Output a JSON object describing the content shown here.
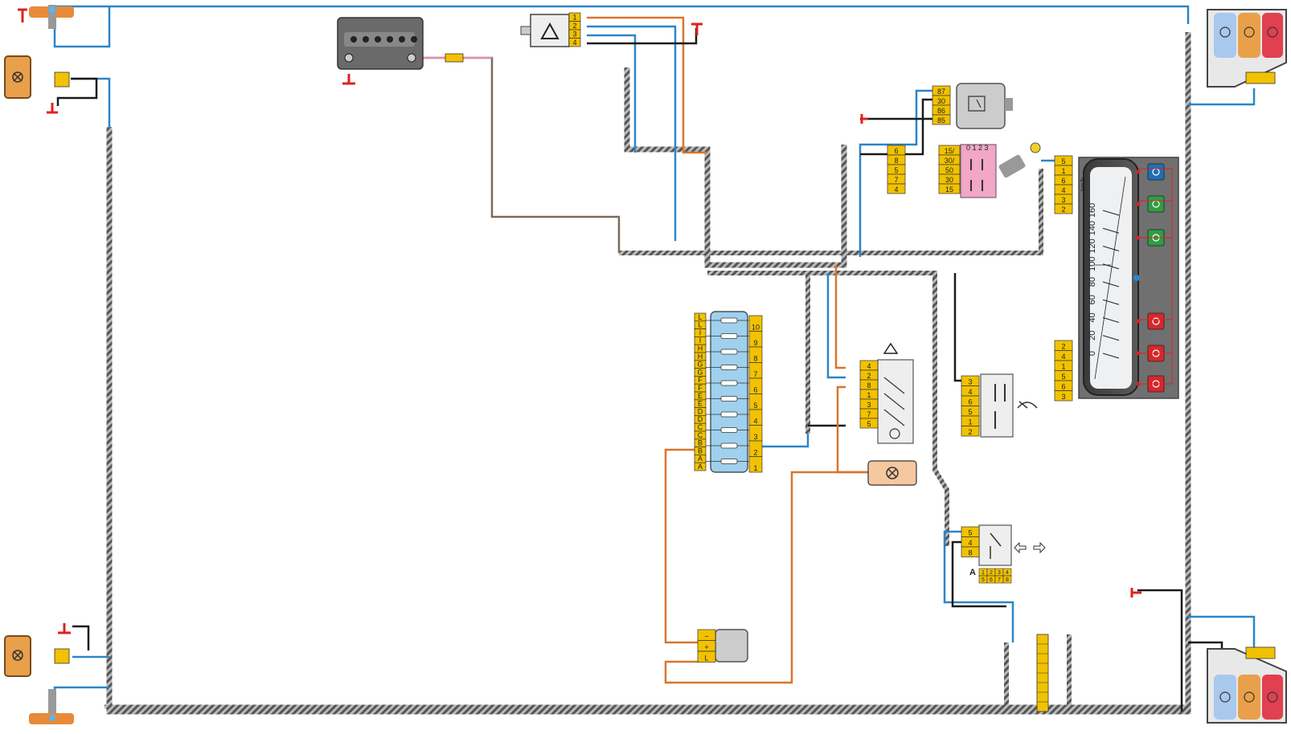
{
  "relay": {
    "pins": [
      "87",
      "30",
      "86",
      "85"
    ]
  },
  "ignition": {
    "pins": [
      "15/",
      "30/",
      "50",
      "30",
      "15"
    ],
    "positions": "0 1 2 3"
  },
  "ignition_connector": {
    "pins": [
      "6",
      "8",
      "5",
      "7",
      "4"
    ]
  },
  "hazard_switch_connector": {
    "pins": [
      "1",
      "2",
      "3",
      "4"
    ]
  },
  "fusebox": {
    "left_labels": [
      "L",
      "L",
      "I",
      "I",
      "H",
      "H",
      "G",
      "G",
      "F",
      "F",
      "E",
      "E",
      "D",
      "D",
      "C",
      "C",
      "B",
      "B",
      "A",
      "A"
    ],
    "right_labels": [
      "10",
      "9",
      "8",
      "7",
      "6",
      "5",
      "4",
      "3",
      "2",
      "1"
    ]
  },
  "hazard_relay_connector": {
    "pins": [
      "4",
      "2",
      "8",
      "1",
      "3",
      "7",
      "5"
    ]
  },
  "wiper_switch_connector": {
    "pins": [
      "3",
      "4",
      "6",
      "5",
      "1",
      "2"
    ]
  },
  "turn_switch_connector": {
    "pins": [
      "5",
      "4",
      "8"
    ]
  },
  "connector_a": {
    "label": "A",
    "top": [
      "1",
      "2",
      "3",
      "4"
    ],
    "bottom": [
      "5",
      "6",
      "7",
      "8"
    ]
  },
  "flasher": {
    "pins": [
      "−",
      "+",
      "L"
    ]
  },
  "cluster_connector_top": {
    "pins": [
      "5",
      "1",
      "6",
      "4",
      "3",
      "2"
    ]
  },
  "cluster_connector_bottom": {
    "pins": [
      "2",
      "4",
      "1",
      "5",
      "6",
      "3"
    ]
  },
  "speedometer": {
    "ticks": [
      "0",
      "20",
      "40",
      "60",
      "80",
      "100",
      "120",
      "140",
      "160"
    ],
    "unit": "km/h"
  },
  "indicators": [
    {
      "icon": "high-beam-icon",
      "color": "#1f6fb8"
    },
    {
      "icon": "parking-lights-icon",
      "color": "#2e9e44"
    },
    {
      "icon": "turn-signal-icon",
      "color": "#2e9e44"
    },
    {
      "icon": "battery-icon",
      "color": "#d6282c"
    },
    {
      "icon": "oil-pressure-icon",
      "color": "#d6282c"
    },
    {
      "icon": "brake-warning-icon",
      "color": "#d6282c"
    }
  ],
  "colors": {
    "connector": "#f2c200",
    "wire_blue": "#2a86c8",
    "wire_orange": "#d9752a",
    "wire_black": "#1a1a1a",
    "wire_brown": "#7a6a5a",
    "harness": "#555555",
    "ground": "#e02020",
    "fuse_block": "#9fd0ee",
    "ignition_block": "#f2a6c8",
    "lamp_orange": "#e8a04a",
    "lamp_red": "#e04050",
    "lamp_blue": "#a8c8ee"
  }
}
